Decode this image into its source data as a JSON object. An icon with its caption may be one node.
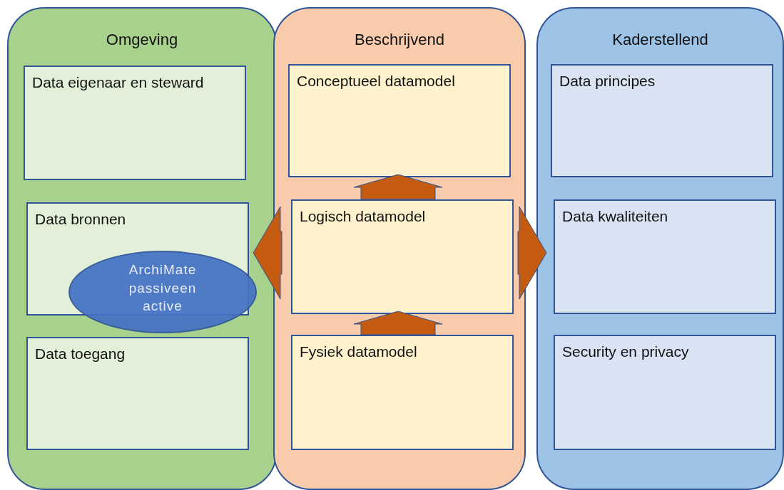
{
  "diagram": {
    "nodes": [
      {
        "text": [
          "Omgeving"
        ]
      },
      {
        "text": [
          "Data eigenaar en steward"
        ],
        "in": 0
      },
      {
        "text": [
          "Data bronnen"
        ],
        "in": 0
      },
      {
        "text": [
          "Data toegang"
        ],
        "in": 0
      },
      {
        "text": [
          "Beschrijvend"
        ]
      },
      {
        "text": [
          "Conceptueel datamodel"
        ],
        "in": 4
      },
      {
        "text": [
          "Logisch datamodel"
        ],
        "in": 4
      },
      {
        "text": [
          "Fysiek datamodel"
        ],
        "in": 4
      },
      {
        "text": [
          "Kaderstellend"
        ]
      },
      {
        "text": [
          "Data principes"
        ],
        "in": 8
      },
      {
        "text": [
          "Data kwaliteiten"
        ],
        "in": 8
      },
      {
        "text": [
          "Security en privacy"
        ],
        "in": 8
      },
      {
        "text": [
          "ArchiMate passiveen active"
        ],
        "in": 0
      }
    ],
    "edges": [
      {
        "from": 7,
        "to": 6,
        "arrow": "to"
      },
      {
        "from": 6,
        "to": 5,
        "arrow": "to"
      },
      {
        "from": 4,
        "to": 0,
        "arrow": "to"
      },
      {
        "from": 4,
        "to": 8,
        "arrow": "to"
      }
    ]
  }
}
